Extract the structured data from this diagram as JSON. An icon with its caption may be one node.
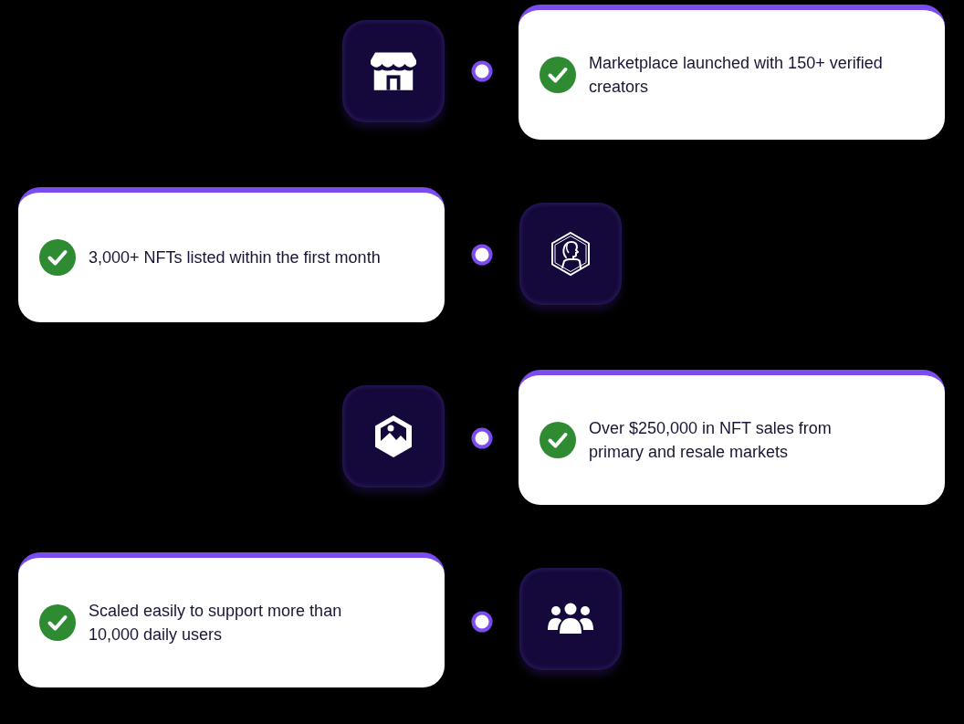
{
  "diagram": {
    "nodes": [
      {
        "text": [],
        "shape": "box"
      },
      {
        "text": [
          "Marketplace launched with 150+ verified creators"
        ]
      },
      {
        "text": [
          "3,000+ NFTs listed within the first month"
        ]
      },
      {
        "text": [],
        "shape": "box"
      },
      {
        "text": [],
        "shape": "box"
      },
      {
        "text": [
          "Over $250,000 in NFT sales from primary and resale markets"
        ]
      },
      {
        "text": [
          "Scaled easily to support more than 10,000 daily users"
        ]
      },
      {
        "text": [],
        "shape": "box"
      }
    ]
  }
}
